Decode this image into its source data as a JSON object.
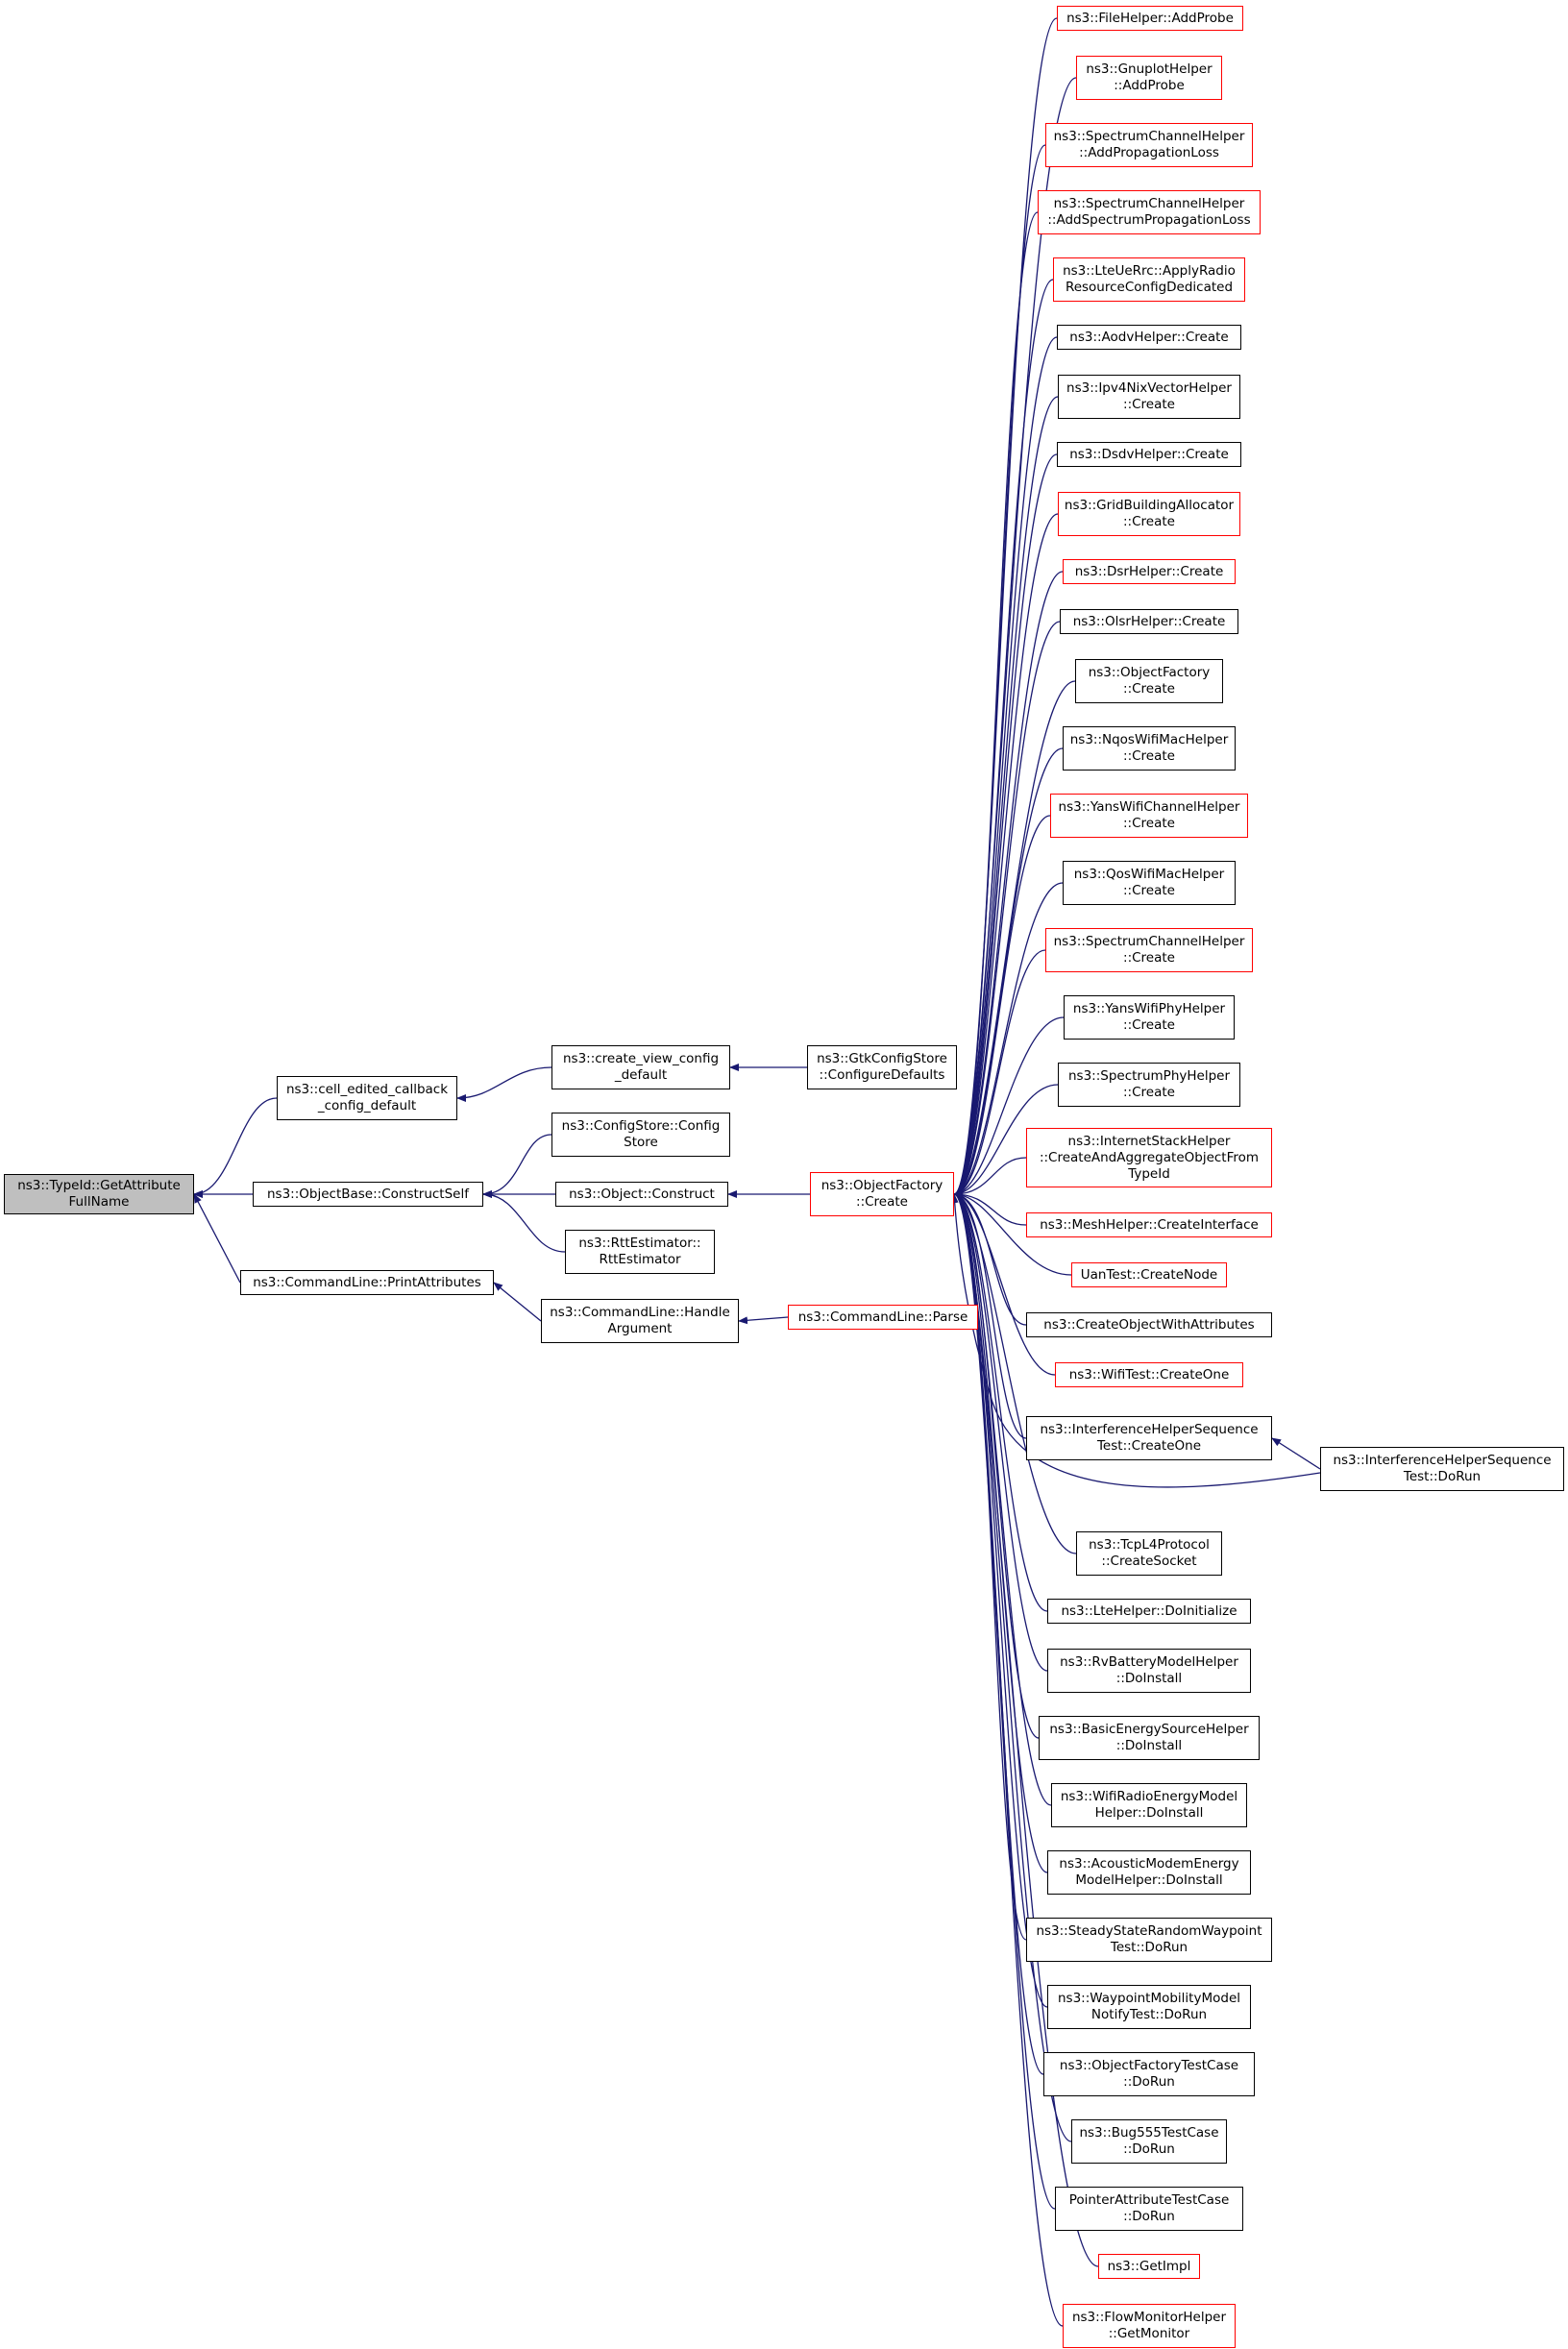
{
  "colors": {
    "edge": "#191970",
    "border_default": "#000000",
    "border_truncated": "#ff0000",
    "focus_fill": "#bfbfbf"
  },
  "nodes": [
    {
      "id": "getattr",
      "label": "ns3::TypeId::GetAttribute\nFullName",
      "style": "focus"
    },
    {
      "id": "celledit",
      "label": "ns3::cell_edited_callback\n_config_default",
      "style": "black"
    },
    {
      "id": "construct",
      "label": "ns3::ObjectBase::ConstructSelf",
      "style": "black"
    },
    {
      "id": "printattr",
      "label": "ns3::CommandLine::PrintAttributes",
      "style": "black"
    },
    {
      "id": "createview",
      "label": "ns3::create_view_config\n_default",
      "style": "black"
    },
    {
      "id": "configstore",
      "label": "ns3::ConfigStore::Config\nStore",
      "style": "black"
    },
    {
      "id": "objconstruct",
      "label": "ns3::Object::Construct",
      "style": "black"
    },
    {
      "id": "rtt",
      "label": "ns3::RttEstimator::\nRttEstimator",
      "style": "black"
    },
    {
      "id": "handlearg",
      "label": "ns3::CommandLine::Handle\nArgument",
      "style": "black"
    },
    {
      "id": "gtk",
      "label": "ns3::GtkConfigStore\n::ConfigureDefaults",
      "style": "black"
    },
    {
      "id": "ofcreate",
      "label": "ns3::ObjectFactory\n::Create",
      "style": "red"
    },
    {
      "id": "parse",
      "label": "ns3::CommandLine::Parse",
      "style": "red"
    },
    {
      "id": "c0",
      "label": "ns3::FileHelper::AddProbe",
      "style": "red"
    },
    {
      "id": "c1",
      "label": "ns3::GnuplotHelper\n::AddProbe",
      "style": "red"
    },
    {
      "id": "c2",
      "label": "ns3::SpectrumChannelHelper\n::AddPropagationLoss",
      "style": "red"
    },
    {
      "id": "c3",
      "label": "ns3::SpectrumChannelHelper\n::AddSpectrumPropagationLoss",
      "style": "red"
    },
    {
      "id": "c4",
      "label": "ns3::LteUeRrc::ApplyRadio\nResourceConfigDedicated",
      "style": "red"
    },
    {
      "id": "c5",
      "label": "ns3::AodvHelper::Create",
      "style": "black"
    },
    {
      "id": "c6",
      "label": "ns3::Ipv4NixVectorHelper\n::Create",
      "style": "black"
    },
    {
      "id": "c7",
      "label": "ns3::DsdvHelper::Create",
      "style": "black"
    },
    {
      "id": "c8",
      "label": "ns3::GridBuildingAllocator\n::Create",
      "style": "red"
    },
    {
      "id": "c9",
      "label": "ns3::DsrHelper::Create",
      "style": "red"
    },
    {
      "id": "c10",
      "label": "ns3::OlsrHelper::Create",
      "style": "black"
    },
    {
      "id": "c11",
      "label": "ns3::ObjectFactory\n::Create",
      "style": "black"
    },
    {
      "id": "c12",
      "label": "ns3::NqosWifiMacHelper\n::Create",
      "style": "black"
    },
    {
      "id": "c13",
      "label": "ns3::YansWifiChannelHelper\n::Create",
      "style": "red"
    },
    {
      "id": "c14",
      "label": "ns3::QosWifiMacHelper\n::Create",
      "style": "black"
    },
    {
      "id": "c15",
      "label": "ns3::SpectrumChannelHelper\n::Create",
      "style": "red"
    },
    {
      "id": "c16",
      "label": "ns3::YansWifiPhyHelper\n::Create",
      "style": "black"
    },
    {
      "id": "c17",
      "label": "ns3::SpectrumPhyHelper\n::Create",
      "style": "black"
    },
    {
      "id": "c18",
      "label": "ns3::InternetStackHelper\n::CreateAndAggregateObjectFrom\nTypeId",
      "style": "red"
    },
    {
      "id": "c19",
      "label": "ns3::MeshHelper::CreateInterface",
      "style": "red"
    },
    {
      "id": "c20",
      "label": "UanTest::CreateNode",
      "style": "red"
    },
    {
      "id": "c21",
      "label": "ns3::CreateObjectWithAttributes",
      "style": "black"
    },
    {
      "id": "c22",
      "label": "ns3::WifiTest::CreateOne",
      "style": "red"
    },
    {
      "id": "c23",
      "label": "ns3::InterferenceHelperSequence\nTest::CreateOne",
      "style": "black"
    },
    {
      "id": "c24",
      "label": "ns3::TcpL4Protocol\n::CreateSocket",
      "style": "black"
    },
    {
      "id": "c25",
      "label": "ns3::LteHelper::DoInitialize",
      "style": "black"
    },
    {
      "id": "c26",
      "label": "ns3::RvBatteryModelHelper\n::DoInstall",
      "style": "black"
    },
    {
      "id": "c27",
      "label": "ns3::BasicEnergySourceHelper\n::DoInstall",
      "style": "black"
    },
    {
      "id": "c28",
      "label": "ns3::WifiRadioEnergyModel\nHelper::DoInstall",
      "style": "black"
    },
    {
      "id": "c29",
      "label": "ns3::AcousticModemEnergy\nModelHelper::DoInstall",
      "style": "black"
    },
    {
      "id": "c30",
      "label": "ns3::SteadyStateRandomWaypoint\nTest::DoRun",
      "style": "black"
    },
    {
      "id": "c31",
      "label": "ns3::WaypointMobilityModel\nNotifyTest::DoRun",
      "style": "black"
    },
    {
      "id": "c32",
      "label": "ns3::ObjectFactoryTestCase\n::DoRun",
      "style": "black"
    },
    {
      "id": "c33",
      "label": "ns3::Bug555TestCase\n::DoRun",
      "style": "black"
    },
    {
      "id": "c34",
      "label": "PointerAttributeTestCase\n::DoRun",
      "style": "black"
    },
    {
      "id": "c35",
      "label": "ns3::GetImpl",
      "style": "red"
    },
    {
      "id": "c36",
      "label": "ns3::FlowMonitorHelper\n::GetMonitor",
      "style": "red"
    },
    {
      "id": "dorun",
      "label": "ns3::InterferenceHelperSequence\nTest::DoRun",
      "style": "black"
    }
  ],
  "edges": [
    [
      "celledit",
      "getattr"
    ],
    [
      "construct",
      "getattr"
    ],
    [
      "printattr",
      "getattr"
    ],
    [
      "createview",
      "celledit"
    ],
    [
      "gtk",
      "createview"
    ],
    [
      "configstore",
      "construct"
    ],
    [
      "objconstruct",
      "construct"
    ],
    [
      "rtt",
      "construct"
    ],
    [
      "ofcreate",
      "objconstruct"
    ],
    [
      "handlearg",
      "printattr"
    ],
    [
      "parse",
      "handlearg"
    ],
    [
      "c0",
      "ofcreate"
    ],
    [
      "c1",
      "ofcreate"
    ],
    [
      "c2",
      "ofcreate"
    ],
    [
      "c3",
      "ofcreate"
    ],
    [
      "c4",
      "ofcreate"
    ],
    [
      "c5",
      "ofcreate"
    ],
    [
      "c6",
      "ofcreate"
    ],
    [
      "c7",
      "ofcreate"
    ],
    [
      "c8",
      "ofcreate"
    ],
    [
      "c9",
      "ofcreate"
    ],
    [
      "c10",
      "ofcreate"
    ],
    [
      "c11",
      "ofcreate"
    ],
    [
      "c12",
      "ofcreate"
    ],
    [
      "c13",
      "ofcreate"
    ],
    [
      "c14",
      "ofcreate"
    ],
    [
      "c15",
      "ofcreate"
    ],
    [
      "c16",
      "ofcreate"
    ],
    [
      "c17",
      "ofcreate"
    ],
    [
      "c18",
      "ofcreate"
    ],
    [
      "c19",
      "ofcreate"
    ],
    [
      "c20",
      "ofcreate"
    ],
    [
      "c21",
      "ofcreate"
    ],
    [
      "c22",
      "ofcreate"
    ],
    [
      "c23",
      "ofcreate"
    ],
    [
      "dorun",
      "ofcreate"
    ],
    [
      "c24",
      "ofcreate"
    ],
    [
      "c25",
      "ofcreate"
    ],
    [
      "c26",
      "ofcreate"
    ],
    [
      "c27",
      "ofcreate"
    ],
    [
      "c28",
      "ofcreate"
    ],
    [
      "c29",
      "ofcreate"
    ],
    [
      "c30",
      "ofcreate"
    ],
    [
      "c31",
      "ofcreate"
    ],
    [
      "c32",
      "ofcreate"
    ],
    [
      "c33",
      "ofcreate"
    ],
    [
      "c34",
      "ofcreate"
    ],
    [
      "c35",
      "ofcreate"
    ],
    [
      "c36",
      "ofcreate"
    ],
    [
      "dorun",
      "c23"
    ]
  ]
}
